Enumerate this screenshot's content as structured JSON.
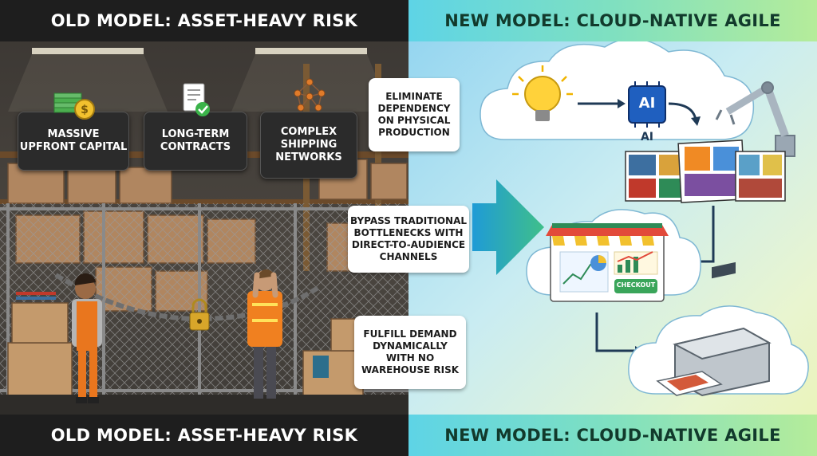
{
  "banners": {
    "left_top": "OLD MODEL: ASSET-HEAVY RISK",
    "right_top": "NEW MODEL: CLOUD-NATIVE AGILE",
    "left_bottom": "OLD MODEL: ASSET-HEAVY RISK",
    "right_bottom": "NEW MODEL: CLOUD-NATIVE AGILE"
  },
  "old_model_cards": [
    {
      "label": "MASSIVE\nUPFRONT CAPITAL",
      "icon": "money-stack-icon"
    },
    {
      "label": "LONG-TERM\nCONTRACTS",
      "icon": "contract-document-icon"
    },
    {
      "label": "COMPLEX\nSHIPPING\nNETWORKS",
      "icon": "network-nodes-icon"
    }
  ],
  "benefit_cards": [
    {
      "label": "ELIMINATE\nDEPENDENCY\nON PHYSICAL\nPRODUCTION"
    },
    {
      "label": "BYPASS TRADITIONAL\nBOTTLENECKS WITH\nDIRECT-TO-AUDIENCE\nCHANNELS"
    },
    {
      "label": "FULFILL DEMAND\nDYNAMICALLY\nWITH NO\nWAREHOUSE RISK"
    }
  ],
  "cloud_flow": {
    "ai_chip_label": "AI",
    "ai_caption": "AI",
    "checkout_label": "CHECKOUT"
  },
  "colors": {
    "left_banner_bg": "#1e1e1e",
    "right_banner_start": "#5ed4e6",
    "right_banner_end": "#b5ec9a",
    "arrow_start": "#1f9bd6",
    "arrow_end": "#3fbf8a",
    "checkout_green": "#3aa55a",
    "ai_chip_blue": "#1f5fbf"
  }
}
